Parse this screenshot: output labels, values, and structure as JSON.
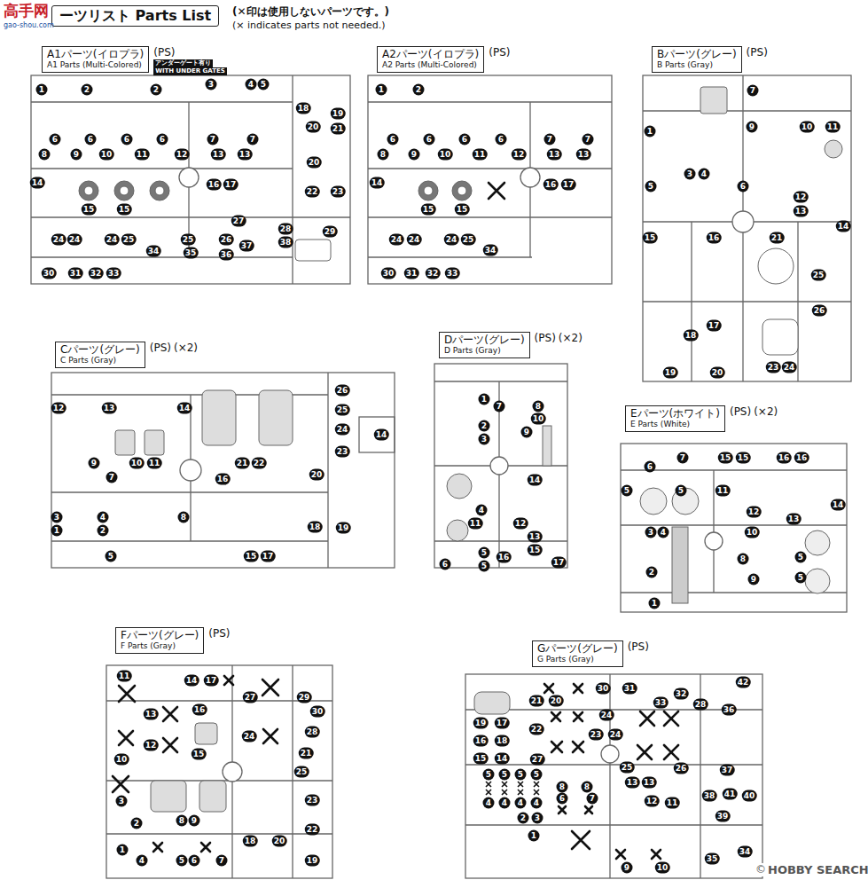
{
  "diagram": {
    "title": "ーツリスト Parts List",
    "nodes": [
      {
        "text": [
          "A1パーツ(イロプラ)",
          "A1 Parts (Multi-Colored)"
        ]
      },
      {
        "text": [
          "A2パーツ(イロプラ)",
          "A2 Parts (Multi-Colored)"
        ]
      },
      {
        "text": [
          "Bパーツ(グレー)",
          "B Parts (Gray)"
        ]
      },
      {
        "text": [
          "Cパーツ(グレー)",
          "C Parts (Gray)"
        ]
      },
      {
        "text": [
          "Dパーツ(グレー)",
          "D Parts (Gray)"
        ]
      },
      {
        "text": [
          "Eパーツ(ホワイト)",
          "E Parts (White)"
        ]
      },
      {
        "text": [
          "Fパーツ(グレー)",
          "F Parts (Gray)"
        ]
      },
      {
        "text": [
          "Gパーツ(グレー)",
          "G Parts (Gray)"
        ]
      }
    ],
    "labels": [
      "高手网",
      "gao-shou.com",
      "(✕印は使用しないパーツです。)",
      "(× indicates parts not needed.)",
      "(PS)",
      "アンダーゲート有り",
      "WITH UNDER GATES",
      "(PS)",
      "(PS)",
      "(PS)",
      "(×2)",
      "(PS)",
      "(×2)",
      "(PS)",
      "(×2)",
      "(PS)",
      "(PS)",
      "©",
      "HOBBY SEARCH",
      "1",
      "2",
      "2",
      "3",
      "4",
      "5",
      "18",
      "19",
      "20",
      "21",
      "6",
      "6",
      "6",
      "6",
      "7",
      "7",
      "8",
      "9",
      "10",
      "11",
      "12",
      "13",
      "13",
      "20",
      "14",
      "16",
      "17",
      "22",
      "23",
      "15",
      "15",
      "27",
      "28",
      "29",
      "24",
      "24",
      "24",
      "25",
      "25",
      "26",
      "37",
      "38",
      "34",
      "35",
      "36",
      "30",
      "31",
      "32",
      "33",
      "1",
      "2",
      "6",
      "6",
      "6",
      "6",
      "7",
      "7",
      "8",
      "9",
      "10",
      "11",
      "12",
      "13",
      "13",
      "14",
      "16",
      "17",
      "15",
      "15",
      "24",
      "24",
      "24",
      "25",
      "34",
      "30",
      "31",
      "32",
      "33",
      "7",
      "1",
      "9",
      "10",
      "11",
      "3",
      "4",
      "5",
      "6",
      "12",
      "13",
      "14",
      "15",
      "16",
      "21",
      "26",
      "25",
      "17",
      "18",
      "19",
      "20",
      "23",
      "24",
      "12",
      "13",
      "14",
      "26",
      "25",
      "24",
      "14",
      "23",
      "9",
      "10",
      "11",
      "21",
      "22",
      "7",
      "16",
      "20",
      "3",
      "4",
      "8",
      "1",
      "2",
      "18",
      "19",
      "5",
      "15",
      "17",
      "1",
      "7",
      "8",
      "10",
      "2",
      "9",
      "3",
      "14",
      "4",
      "11",
      "12",
      "13",
      "15",
      "5",
      "16",
      "6",
      "5",
      "17",
      "6",
      "7",
      "15",
      "15",
      "16",
      "16",
      "5",
      "5",
      "11",
      "12",
      "13",
      "14",
      "3",
      "4",
      "10",
      "2",
      "8",
      "5",
      "9",
      "5",
      "1",
      "11",
      "14",
      "17",
      "27",
      "29",
      "13",
      "16",
      "30",
      "28",
      "24",
      "12",
      "21",
      "15",
      "10",
      "25",
      "3",
      "23",
      "8",
      "9",
      "2",
      "22",
      "18",
      "20",
      "1",
      "19",
      "4",
      "5",
      "6",
      "7",
      "30",
      "31",
      "42",
      "21",
      "20",
      "33",
      "32",
      "28",
      "36",
      "24",
      "19",
      "17",
      "22",
      "23",
      "24",
      "16",
      "18",
      "15",
      "14",
      "27",
      "25",
      "26",
      "37",
      "5",
      "5",
      "5",
      "5",
      "8",
      "8",
      "13",
      "13",
      "6",
      "7",
      "38",
      "41",
      "40",
      "4",
      "4",
      "4",
      "4",
      "12",
      "11",
      "39",
      "2",
      "3",
      "1",
      "34",
      "35",
      "9",
      "10"
    ]
  }
}
